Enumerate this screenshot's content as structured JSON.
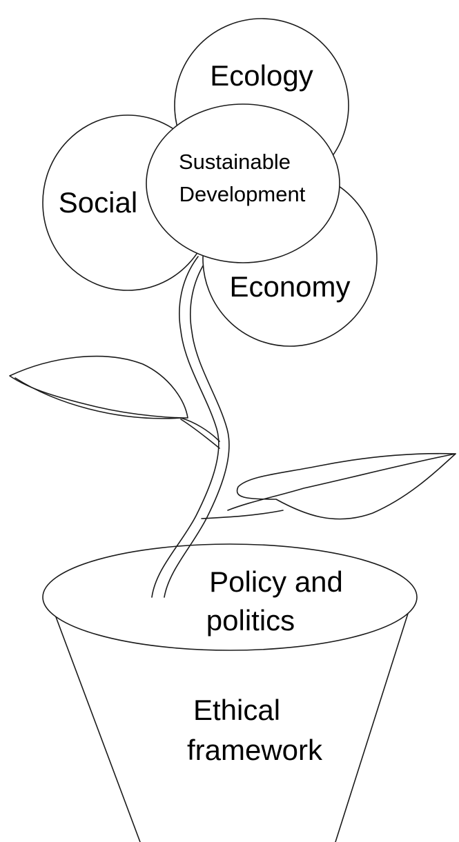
{
  "petals": {
    "ecology": "Ecology",
    "social": "Social",
    "economy": "Economy"
  },
  "center": {
    "line1": "Sustainable",
    "line2": "Development"
  },
  "pot": {
    "rim_line1": "Policy and",
    "rim_line2": "politics",
    "body_line1": "Ethical",
    "body_line2": "framework"
  },
  "colors": {
    "stroke": "#1a1a1a",
    "fill": "#ffffff",
    "text": "#000000"
  }
}
